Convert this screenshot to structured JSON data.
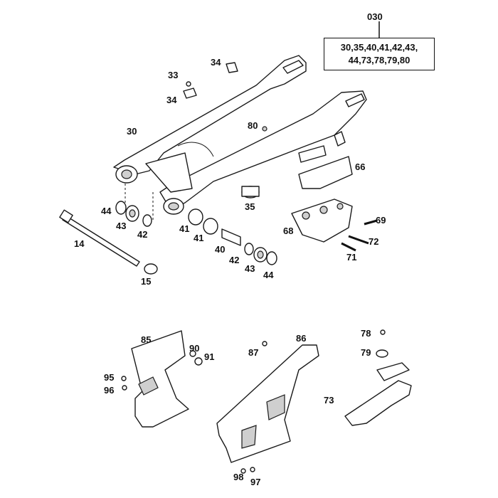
{
  "kit": {
    "code": "030",
    "parts_line1": "30,35,40,41,42,43,",
    "parts_line2": "44,73,78,79,80"
  },
  "callouts": {
    "c33": "33",
    "c34a": "34",
    "c34b": "34",
    "c30": "30",
    "c80": "80",
    "c66": "66",
    "c35": "35",
    "c44a": "44",
    "c43a": "43",
    "c42a": "42",
    "c14": "14",
    "c15": "15",
    "c41a": "41",
    "c41b": "41",
    "c40": "40",
    "c42b": "42",
    "c43b": "43",
    "c44b": "44",
    "c68": "68",
    "c69": "69",
    "c72": "72",
    "c71": "71",
    "c85": "85",
    "c90": "90",
    "c91": "91",
    "c95": "95",
    "c96": "96",
    "c87": "87",
    "c86": "86",
    "c78": "78",
    "c79": "79",
    "c73": "73",
    "c98": "98",
    "c97": "97"
  }
}
